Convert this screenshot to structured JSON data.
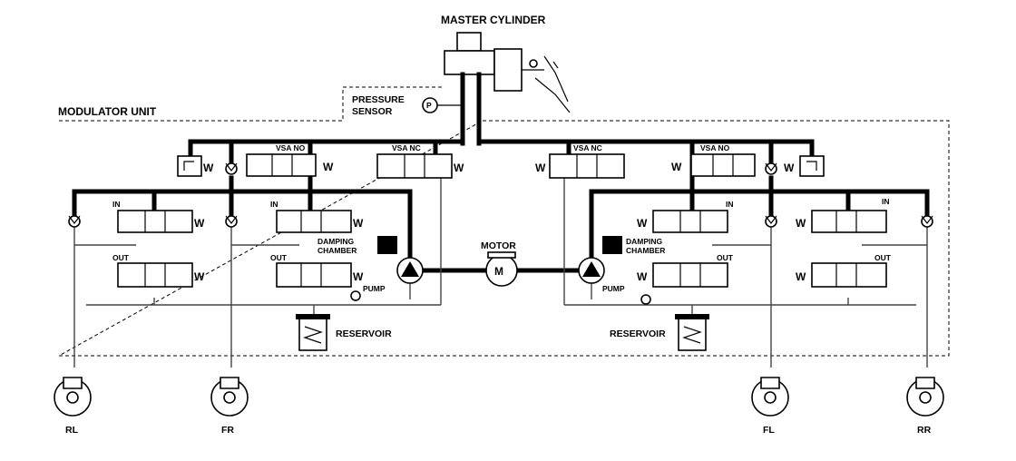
{
  "labels": {
    "master_cylinder": "MASTER CYLINDER",
    "pressure": "PRESSURE",
    "sensor": "SENSOR",
    "p_symbol": "P",
    "modulator_unit": "MODULATOR UNIT",
    "vsa_no": "VSA NO",
    "vsa_nc": "VSA NC",
    "in": "IN",
    "out": "OUT",
    "damping": "DAMPING",
    "chamber": "CHAMBER",
    "motor": "MOTOR",
    "motor_symbol": "M",
    "pump": "PUMP",
    "reservoir": "RESERVOIR",
    "spring": "W"
  },
  "wheels": {
    "rl": "RL",
    "fr": "FR",
    "fl": "FL",
    "rr": "RR"
  }
}
